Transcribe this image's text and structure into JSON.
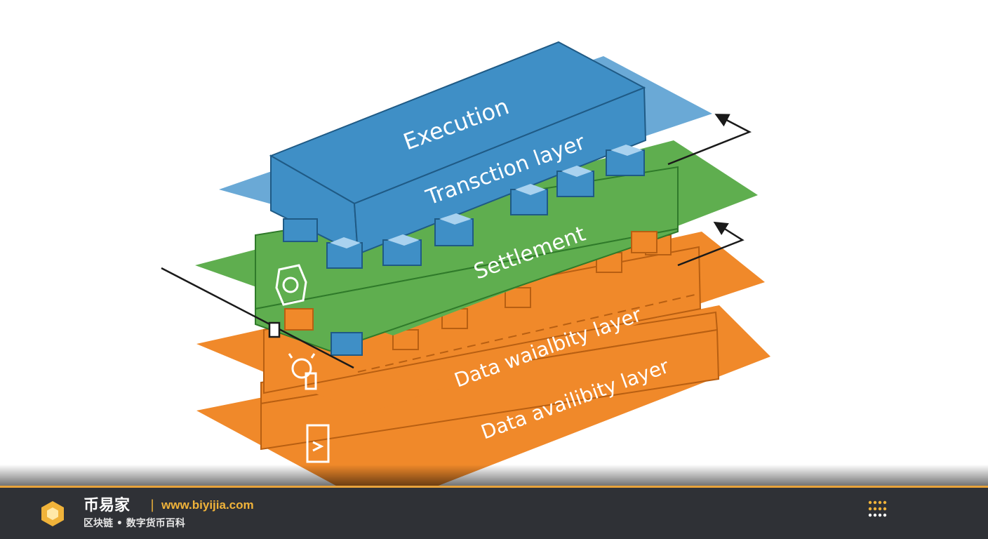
{
  "diagram": {
    "layers": [
      {
        "id": "execution",
        "labels": [
          "Execution",
          "Transction layer"
        ],
        "color": "#3f8fc6"
      },
      {
        "id": "settlement",
        "labels": [
          "Settlement"
        ],
        "color": "#5fae4f"
      },
      {
        "id": "da-upper",
        "labels": [
          "Data waialbity layer"
        ],
        "color": "#f0892a"
      },
      {
        "id": "da-lower",
        "labels": [
          "Data availibity layer"
        ],
        "color": "#f0892a"
      }
    ],
    "icons": [
      "gear-icon",
      "bug-icon",
      "terminal-icon",
      "arrow-icon"
    ]
  },
  "footer": {
    "brand": "币易家",
    "separator": "|",
    "url": "www.biyijia.com",
    "tagline": "区块链 • 数字货币百科",
    "accent_color": "#f0b33a",
    "background_color": "#2f3136"
  }
}
